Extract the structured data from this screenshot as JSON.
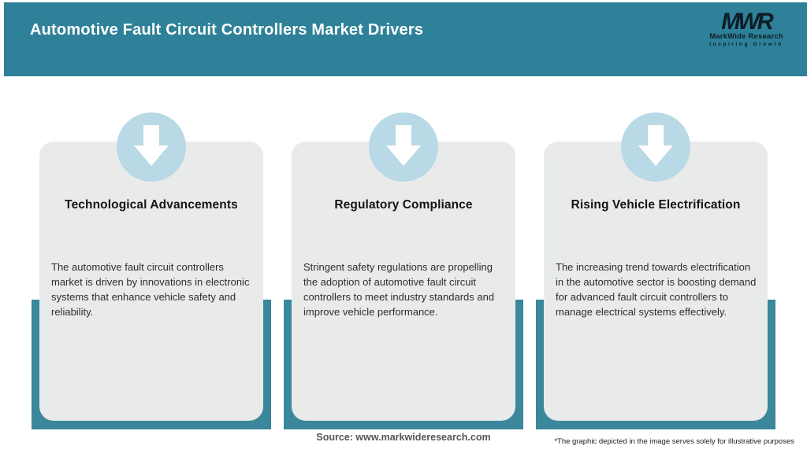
{
  "header": {
    "title": "Automotive Fault Circuit Controllers Market Drivers",
    "logo": {
      "mark": "MWR",
      "name": "MarkWide Research",
      "tagline": "Inspiring Growth"
    }
  },
  "cards": [
    {
      "title": "Technological Advancements",
      "description": "The automotive fault circuit controllers market is driven by innovations in electronic systems that enhance vehicle safety and reliability.",
      "icon": "down-arrow-icon"
    },
    {
      "title": "Regulatory Compliance",
      "description": "Stringent safety regulations are propelling the adoption of automotive fault circuit controllers to meet industry standards and improve vehicle performance.",
      "icon": "down-arrow-icon"
    },
    {
      "title": "Rising Vehicle Electrification",
      "description": "The increasing trend towards electrification in the automotive sector is boosting demand for advanced fault circuit controllers to manage electrical systems effectively.",
      "icon": "down-arrow-icon"
    }
  ],
  "footer": {
    "source": "Source: www.markwideresearch.com",
    "disclaimer": "*The graphic depicted in the image serves solely for illustrative purposes"
  },
  "colors": {
    "header_teal": "#2e8198",
    "band_teal": "#3b879b",
    "card_gray": "#e9ebeb",
    "circle_blue": "#b9d9e6",
    "arrow_white": "#ffffff"
  }
}
